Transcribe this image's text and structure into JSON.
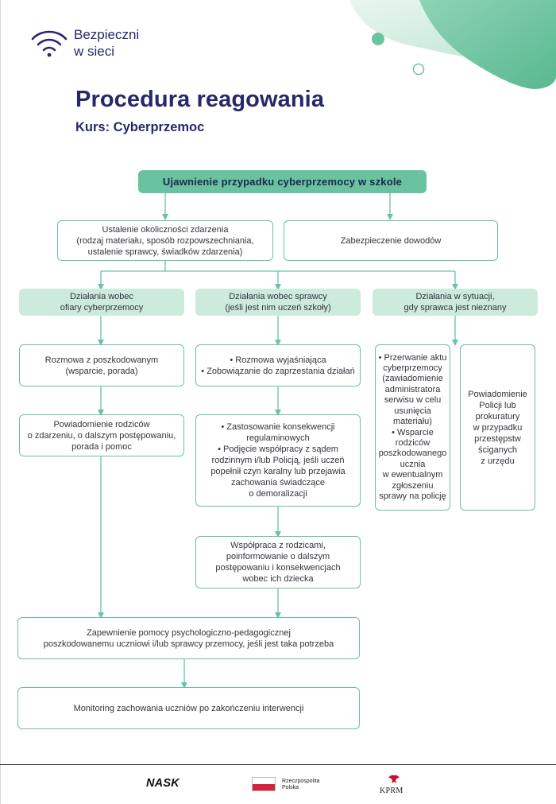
{
  "brand": {
    "line1": "Bezpieczni",
    "line2": "w sieci"
  },
  "title": "Procedura reagowania",
  "subtitle": "Kurs: Cyberprzemoc",
  "header_box": "Ujawnienie przypadku cyberprzemocy w szkole",
  "step_circumstances": "Ustalenie okoliczności zdarzenia\n(rodzaj materiału, sposób rozpowszechniania,\nustalenie sprawcy, świadków zdarzenia)",
  "step_evidence": "Zabezpieczenie dowodów",
  "columns": {
    "victim": {
      "header": "Działania wobec\nofiary cyberprzemocy",
      "step1": "Rozmowa z poszkodowanym\n(wsparcie, porada)",
      "step2": "Powiadomienie rodziców\no zdarzeniu, o dalszym postępowaniu,\nporada i pomoc"
    },
    "perpetrator": {
      "header": "Działania wobec sprawcy\n(jeśli jest nim uczeń szkoły)",
      "step1": "• Rozmowa wyjaśniająca\n• Zobowiązanie do zaprzestania działań",
      "step2": "• Zastosowanie konsekwencji\nregulaminowych\n• Podjęcie współpracy z sądem\nrodzinnym i/lub Policją, jeśli uczeń\npopełnił czyn karalny lub przejawia\nzachowania świadczące\no demoralizacji",
      "step3": "Współpraca z rodzicami,\npoinformowanie o dalszym\npostępowaniu i konsekwencjach\nwobec ich dziecka"
    },
    "unknown": {
      "header": "Działania  w sytuacji,\ngdy sprawca jest nieznany",
      "step1": "• Przerwanie aktu\ncyberprzemocy\n(zawiadomienie\nadministratora\nserwisu w celu\nusunięcia\nmateriału)\n• Wsparcie\nrodziców\nposzkodowanego\nucznia\nw ewentualnym\nzgłoszeniu\nsprawy na policję",
      "step2": "Powiadomienie\nPolicji lub\nprokuratury\nw przypadku\nprzestępstw\nściganych\nz urzędu"
    }
  },
  "support": "Zapewnienie pomocy psychologiczno-pedagogicznej\nposzkodowanemu uczniowi i/lub sprawcy przemocy, jeśli jest taka potrzeba",
  "monitoring": "Monitoring zachowania uczniów po zakończeniu interwencji",
  "footer": {
    "nask": "NASK",
    "rp_line1": "Rzeczpospolita",
    "rp_line2": "Polska",
    "kprm": "KPRM"
  },
  "colors": {
    "accent": "#69c2a0",
    "accent_light": "#ccebdd",
    "navy": "#27286b",
    "flag_red": "#d4213d"
  },
  "icons": [
    "wifi-icon"
  ]
}
